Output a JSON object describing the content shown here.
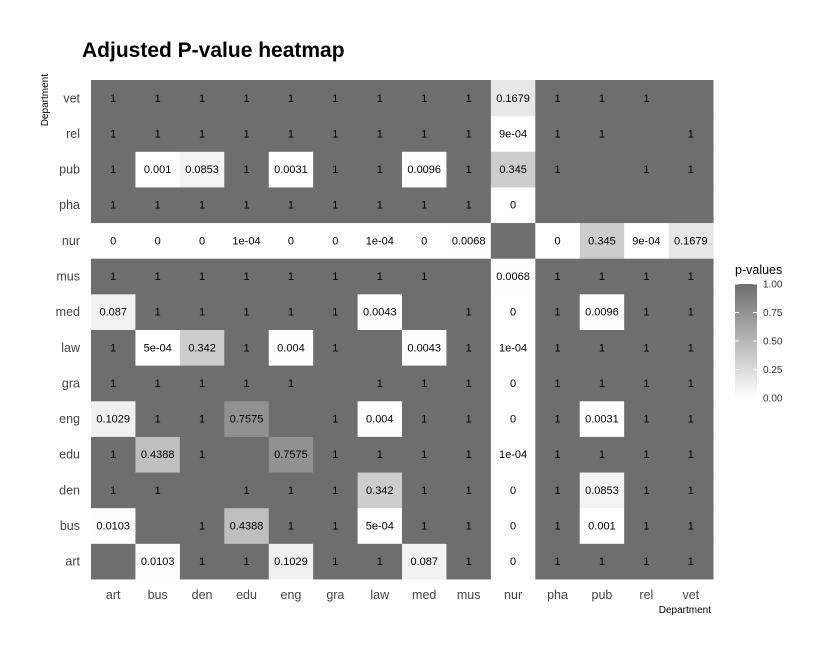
{
  "chart_data": {
    "type": "heatmap",
    "title": "Adjusted P-value heatmap",
    "xlabel": "Department",
    "ylabel": "Department",
    "x_categories": [
      "art",
      "bus",
      "den",
      "edu",
      "eng",
      "gra",
      "law",
      "med",
      "mus",
      "nur",
      "pha",
      "pub",
      "rel",
      "vet"
    ],
    "y_categories": [
      "art",
      "bus",
      "den",
      "edu",
      "eng",
      "gra",
      "law",
      "med",
      "mus",
      "nur",
      "pha",
      "pub",
      "rel",
      "vet"
    ],
    "values": [
      [
        null,
        0.0103,
        1,
        1,
        0.1029,
        1,
        1,
        0.087,
        1,
        0,
        1,
        1,
        1,
        1
      ],
      [
        0.0103,
        null,
        1,
        0.4388,
        1,
        1,
        0.0005,
        1,
        1,
        0,
        1,
        0.001,
        1,
        1
      ],
      [
        1,
        1,
        null,
        1,
        1,
        1,
        0.342,
        1,
        1,
        0,
        1,
        0.0853,
        1,
        1
      ],
      [
        1,
        0.4388,
        1,
        null,
        0.7575,
        1,
        1,
        1,
        1,
        0.0001,
        1,
        1,
        1,
        1
      ],
      [
        0.1029,
        1,
        1,
        0.7575,
        null,
        1,
        0.004,
        1,
        1,
        0,
        1,
        0.0031,
        1,
        1
      ],
      [
        1,
        1,
        1,
        1,
        1,
        null,
        1,
        1,
        1,
        0,
        1,
        1,
        1,
        1
      ],
      [
        1,
        0.0005,
        0.342,
        1,
        0.004,
        1,
        null,
        0.0043,
        1,
        0.0001,
        1,
        1,
        1,
        1
      ],
      [
        0.087,
        1,
        1,
        1,
        1,
        1,
        0.0043,
        null,
        1,
        0,
        1,
        0.0096,
        1,
        1
      ],
      [
        1,
        1,
        1,
        1,
        1,
        1,
        1,
        1,
        null,
        0.0068,
        1,
        1,
        1,
        1
      ],
      [
        0,
        0,
        0,
        0.0001,
        0,
        0,
        0.0001,
        0,
        0.0068,
        null,
        0,
        0.345,
        0.0009,
        0.1679
      ],
      [
        1,
        1,
        1,
        1,
        1,
        1,
        1,
        1,
        1,
        0,
        null,
        1,
        1,
        1
      ],
      [
        1,
        0.001,
        0.0853,
        1,
        0.0031,
        1,
        1,
        0.0096,
        1,
        0.345,
        1,
        null,
        1,
        1
      ],
      [
        1,
        1,
        1,
        1,
        1,
        1,
        1,
        1,
        1,
        0.0009,
        1,
        1,
        null,
        1
      ],
      [
        1,
        1,
        1,
        1,
        1,
        1,
        1,
        1,
        1,
        0.1679,
        1,
        1,
        1,
        null
      ]
    ],
    "labels": [
      [
        "",
        "0.0103",
        "1",
        "1",
        "0.1029",
        "1",
        "1",
        "0.087",
        "1",
        "0",
        "1",
        "1",
        "1",
        "1"
      ],
      [
        "0.0103",
        "",
        "1",
        "0.4388",
        "1",
        "1",
        "5e-04",
        "1",
        "1",
        "0",
        "1",
        "0.001",
        "1",
        "1"
      ],
      [
        "1",
        "1",
        "",
        "1",
        "1",
        "1",
        "0.342",
        "1",
        "1",
        "0",
        "1",
        "0.0853",
        "1",
        "1"
      ],
      [
        "1",
        "0.4388",
        "1",
        "",
        "0.7575",
        "1",
        "1",
        "1",
        "1",
        "1e-04",
        "1",
        "1",
        "1",
        "1"
      ],
      [
        "0.1029",
        "1",
        "1",
        "0.7575",
        "",
        "1",
        "0.004",
        "1",
        "1",
        "0",
        "1",
        "0.0031",
        "1",
        "1"
      ],
      [
        "1",
        "1",
        "1",
        "1",
        "1",
        "",
        "1",
        "1",
        "1",
        "0",
        "1",
        "1",
        "1",
        "1"
      ],
      [
        "1",
        "5e-04",
        "0.342",
        "1",
        "0.004",
        "1",
        "",
        "0.0043",
        "1",
        "1e-04",
        "1",
        "1",
        "1",
        "1"
      ],
      [
        "0.087",
        "1",
        "1",
        "1",
        "1",
        "1",
        "0.0043",
        "",
        "1",
        "0",
        "1",
        "0.0096",
        "1",
        "1"
      ],
      [
        "1",
        "1",
        "1",
        "1",
        "1",
        "1",
        "1",
        "1",
        "",
        "0.0068",
        "1",
        "1",
        "1",
        "1"
      ],
      [
        "0",
        "0",
        "0",
        "1e-04",
        "0",
        "0",
        "1e-04",
        "0",
        "0.0068",
        "",
        "0",
        "0.345",
        "9e-04",
        "0.1679"
      ],
      [
        "1",
        "1",
        "1",
        "1",
        "1",
        "1",
        "1",
        "1",
        "1",
        "0",
        "",
        "",
        "",
        ""
      ],
      [
        "1",
        "0.001",
        "0.0853",
        "1",
        "0.0031",
        "1",
        "1",
        "0.0096",
        "1",
        "0.345",
        "1",
        "",
        "1",
        "1"
      ],
      [
        "1",
        "1",
        "1",
        "1",
        "1",
        "1",
        "1",
        "1",
        "1",
        "9e-04",
        "1",
        "1",
        "",
        "1"
      ],
      [
        "1",
        "1",
        "1",
        "1",
        "1",
        "1",
        "1",
        "1",
        "1",
        "0.1679",
        "1",
        "1",
        "1",
        ""
      ]
    ],
    "legend": {
      "title": "p-values",
      "ticks": [
        "1.00",
        "0.75",
        "0.50",
        "0.25",
        "0.00"
      ],
      "tick_values": [
        1,
        0.75,
        0.5,
        0.25,
        0
      ],
      "position": "right"
    },
    "colors": {
      "high": "#6e6e6e",
      "low": "#ffffff"
    },
    "grid": false
  }
}
